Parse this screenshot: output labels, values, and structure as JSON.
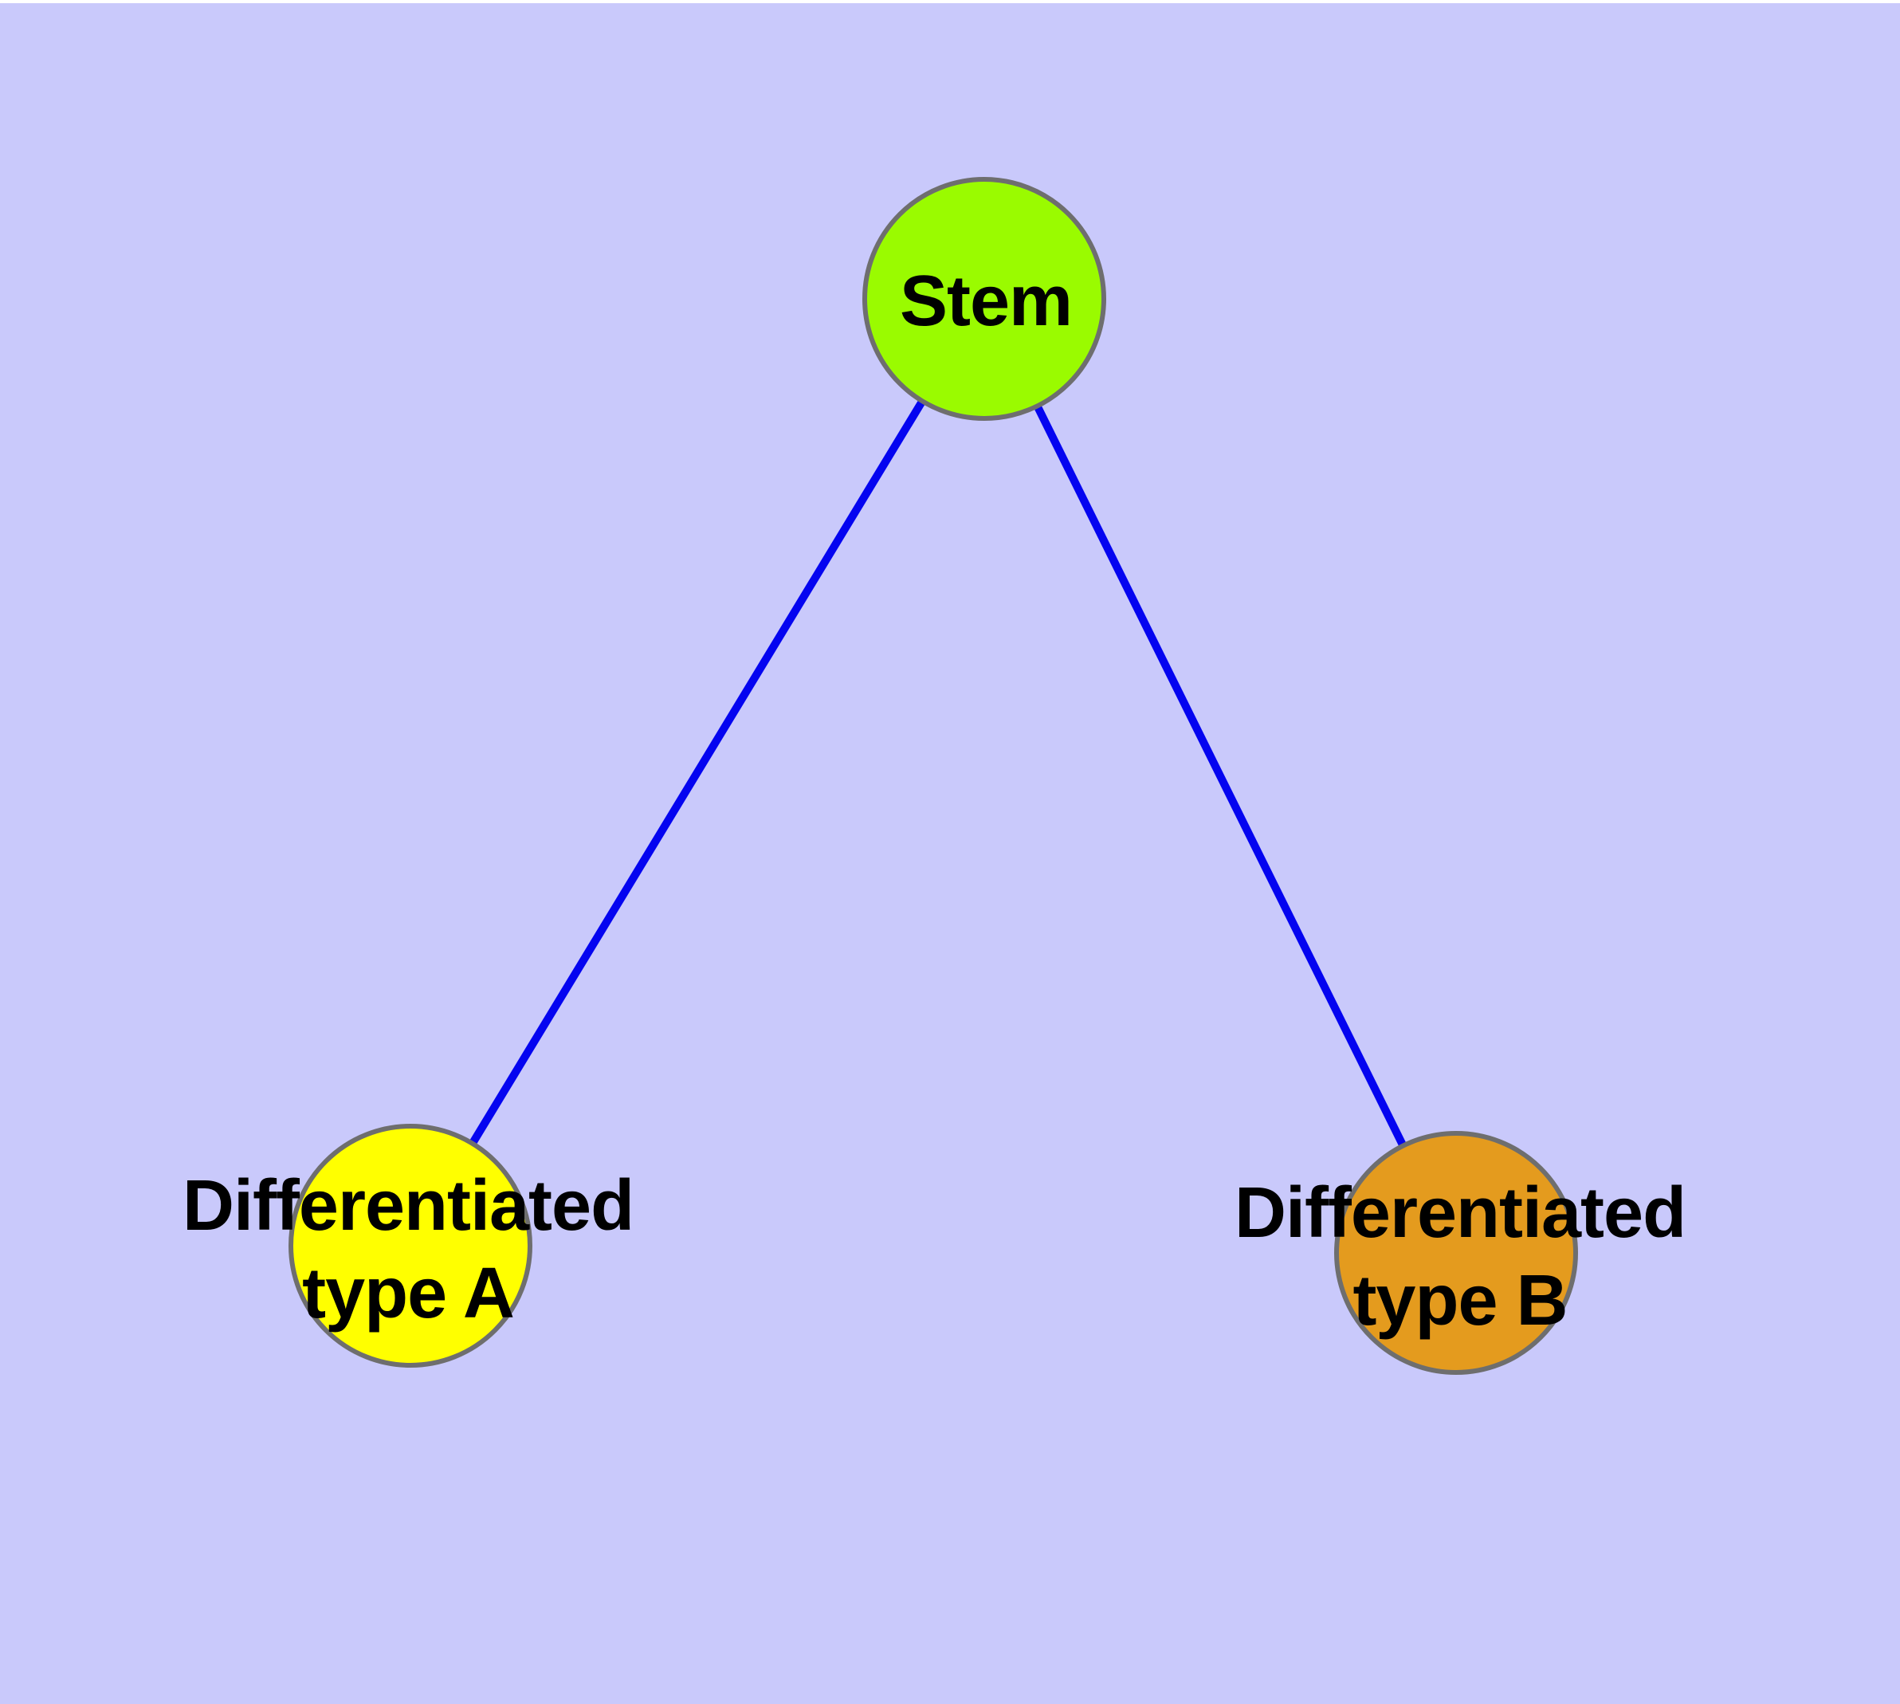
{
  "background_color": "#C9C9FB",
  "top_margin_color": "#FFFFFF",
  "edge_color": "#0404F0",
  "node_border_color": "#6E6E6E",
  "text_color": "#000000",
  "nodes": {
    "stem": {
      "label": "Stem",
      "fill": "#9AFB00"
    },
    "type_a": {
      "label_line1": "Differentiated",
      "label_line2": "type A",
      "fill": "#FFFF00"
    },
    "type_b": {
      "label_line1": "Differentiated",
      "label_line2": "type B",
      "fill": "#E49B1E"
    }
  },
  "edges": [
    {
      "from": "Stem",
      "to": "Differentiated type A"
    },
    {
      "from": "Stem",
      "to": "Differentiated type B"
    }
  ]
}
